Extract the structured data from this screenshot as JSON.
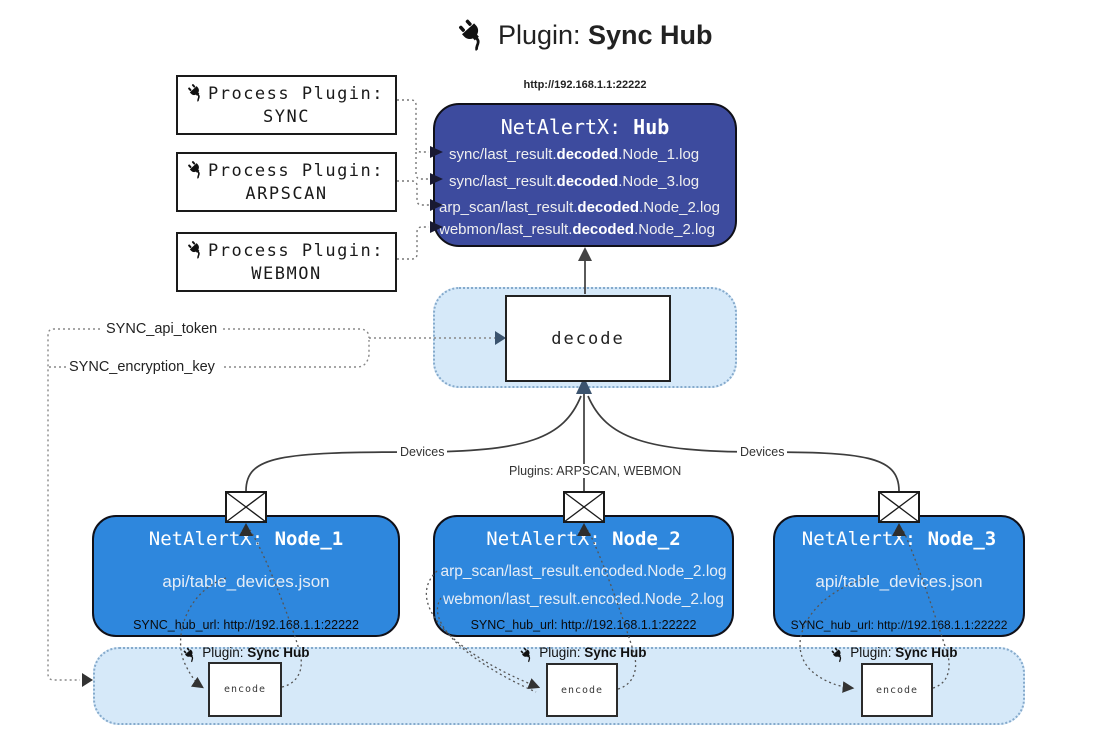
{
  "title": {
    "prefix": "Plugin: ",
    "name": "Sync Hub"
  },
  "icons": {
    "title": "plug-icon",
    "mail": "envelope-icon"
  },
  "process_plugins": [
    {
      "label": "Process Plugin:",
      "name": "SYNC"
    },
    {
      "label": "Process Plugin:",
      "name": "ARPSCAN"
    },
    {
      "label": "Process Plugin:",
      "name": "WEBMON"
    }
  ],
  "hub": {
    "url": "http://192.168.1.1:22222",
    "title_prefix": "NetAlertX: ",
    "title_name": "Hub",
    "logs": [
      {
        "pre": "sync/last_result.",
        "mid": "decoded",
        "post": ".Node_1.log"
      },
      {
        "pre": "sync/last_result.",
        "mid": "decoded",
        "post": ".Node_3.log"
      },
      {
        "pre": "arp_scan/last_result.",
        "mid": "decoded",
        "post": ".Node_2.log"
      },
      {
        "pre": "webmon/last_result.",
        "mid": "decoded",
        "post": ".Node_2.log"
      }
    ]
  },
  "decode": {
    "label": "decode"
  },
  "settings": {
    "api_token": "SYNC_api_token",
    "encryption_key": "SYNC_encryption_key"
  },
  "edges": {
    "left_devices": "Devices",
    "center": "Plugins: ARPSCAN, WEBMON",
    "right_devices": "Devices"
  },
  "nodes": [
    {
      "title_prefix": "NetAlertX: ",
      "title_name": "Node_1",
      "files": [
        "api/table_devices.json"
      ],
      "hub_url": "SYNC_hub_url: http://192.168.1.1:22222"
    },
    {
      "title_prefix": "NetAlertX: ",
      "title_name": "Node_2",
      "files": [
        "arp_scan/last_result.encoded.Node_2.log",
        "webmon/last_result.encoded.Node_2.log"
      ],
      "hub_url": "SYNC_hub_url: http://192.168.1.1:22222"
    },
    {
      "title_prefix": "NetAlertX: ",
      "title_name": "Node_3",
      "files": [
        "api/table_devices.json"
      ],
      "hub_url": "SYNC_hub_url: http://192.168.1.1:22222"
    }
  ],
  "encoder": {
    "plugin_prefix": "Plugin: ",
    "plugin_name": "Sync Hub",
    "box_label": "encode"
  },
  "colors": {
    "hub_fill": "#3d4b9e",
    "node_fill": "#2e87dd",
    "panel_fill": "#d6e9f9",
    "panel_border": "#85aacc",
    "arrow_slate": "#3b536e"
  }
}
